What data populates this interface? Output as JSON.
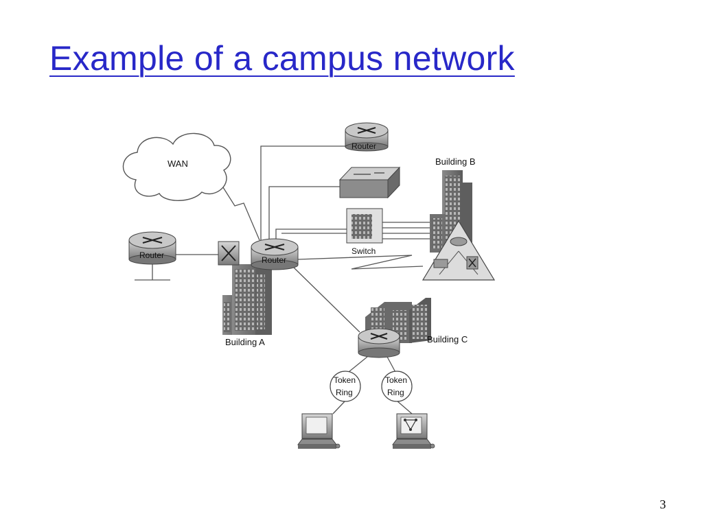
{
  "slide": {
    "title": "Example of a campus network",
    "page_number": "3"
  },
  "diagram": {
    "labels": {
      "wan": "WAN",
      "router_top": "Router",
      "router_left": "Router",
      "router_center": "Router",
      "switch": "Switch",
      "building_a": "Building A",
      "building_b": "Building B",
      "building_c": "Building C",
      "token_ring_left_1": "Token",
      "token_ring_left_2": "Ring",
      "token_ring_right_1": "Token",
      "token_ring_right_2": "Ring"
    }
  },
  "colors": {
    "title": "#2828c8",
    "building": "#6e6e6e",
    "device": "#9a9a9a"
  }
}
